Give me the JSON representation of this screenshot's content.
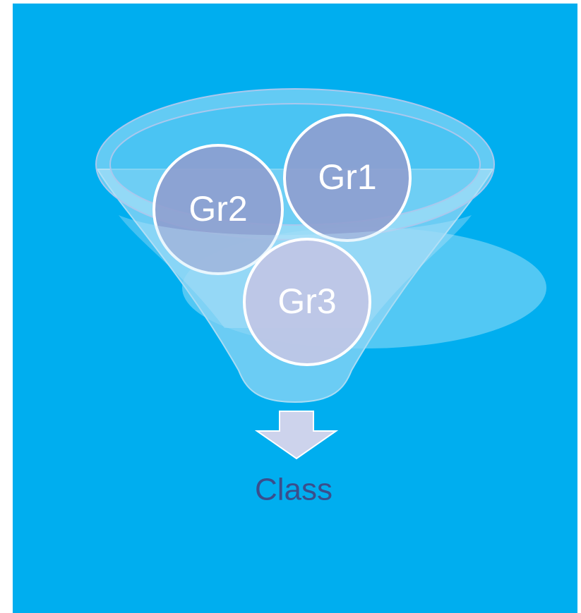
{
  "diagram": {
    "groups": [
      {
        "label": "Gr2"
      },
      {
        "label": "Gr1"
      },
      {
        "label": "Gr3"
      }
    ],
    "output": {
      "label": "Class"
    }
  },
  "colors": {
    "background": "#00aeef",
    "funnel_fill": "#8fd6f5",
    "funnel_rim": "#b5e4f8",
    "circle_dark": "#8f9fcf",
    "circle_light": "#bfc6e6",
    "circle_stroke": "#ffffff",
    "arrow_fill": "#cdd3ec",
    "output_text": "#3a4e8c"
  }
}
